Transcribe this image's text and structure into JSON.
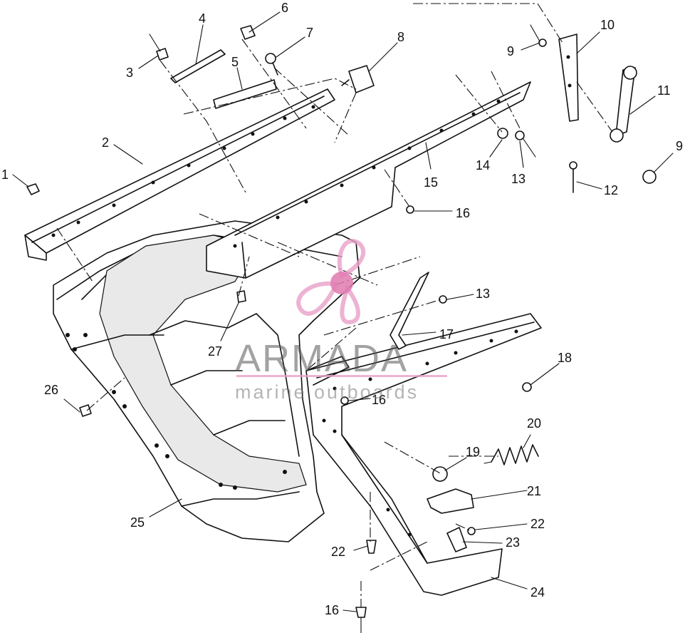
{
  "diagram": {
    "callouts": [
      {
        "id": "c1",
        "label": "1"
      },
      {
        "id": "c2",
        "label": "2"
      },
      {
        "id": "c3",
        "label": "3"
      },
      {
        "id": "c4",
        "label": "4"
      },
      {
        "id": "c5",
        "label": "5"
      },
      {
        "id": "c6",
        "label": "6"
      },
      {
        "id": "c7",
        "label": "7"
      },
      {
        "id": "c8",
        "label": "8"
      },
      {
        "id": "c9a",
        "label": "9"
      },
      {
        "id": "c9b",
        "label": "9"
      },
      {
        "id": "c10",
        "label": "10"
      },
      {
        "id": "c11",
        "label": "11"
      },
      {
        "id": "c12",
        "label": "12"
      },
      {
        "id": "c13a",
        "label": "13"
      },
      {
        "id": "c13b",
        "label": "13"
      },
      {
        "id": "c14",
        "label": "14"
      },
      {
        "id": "c15",
        "label": "15"
      },
      {
        "id": "c16a",
        "label": "16"
      },
      {
        "id": "c16b",
        "label": "16"
      },
      {
        "id": "c16c",
        "label": "16"
      },
      {
        "id": "c17",
        "label": "17"
      },
      {
        "id": "c18",
        "label": "18"
      },
      {
        "id": "c19",
        "label": "19"
      },
      {
        "id": "c20",
        "label": "20"
      },
      {
        "id": "c21",
        "label": "21"
      },
      {
        "id": "c22a",
        "label": "22"
      },
      {
        "id": "c22b",
        "label": "22"
      },
      {
        "id": "c23",
        "label": "23"
      },
      {
        "id": "c24",
        "label": "24"
      },
      {
        "id": "c25",
        "label": "25"
      },
      {
        "id": "c26",
        "label": "26"
      },
      {
        "id": "c27",
        "label": "27"
      }
    ]
  },
  "watermark": {
    "brand": "ARMADA",
    "tagline": "marine outboards",
    "logo_color": "#e8a0c8",
    "logo_center_color": "#e07ab0"
  }
}
